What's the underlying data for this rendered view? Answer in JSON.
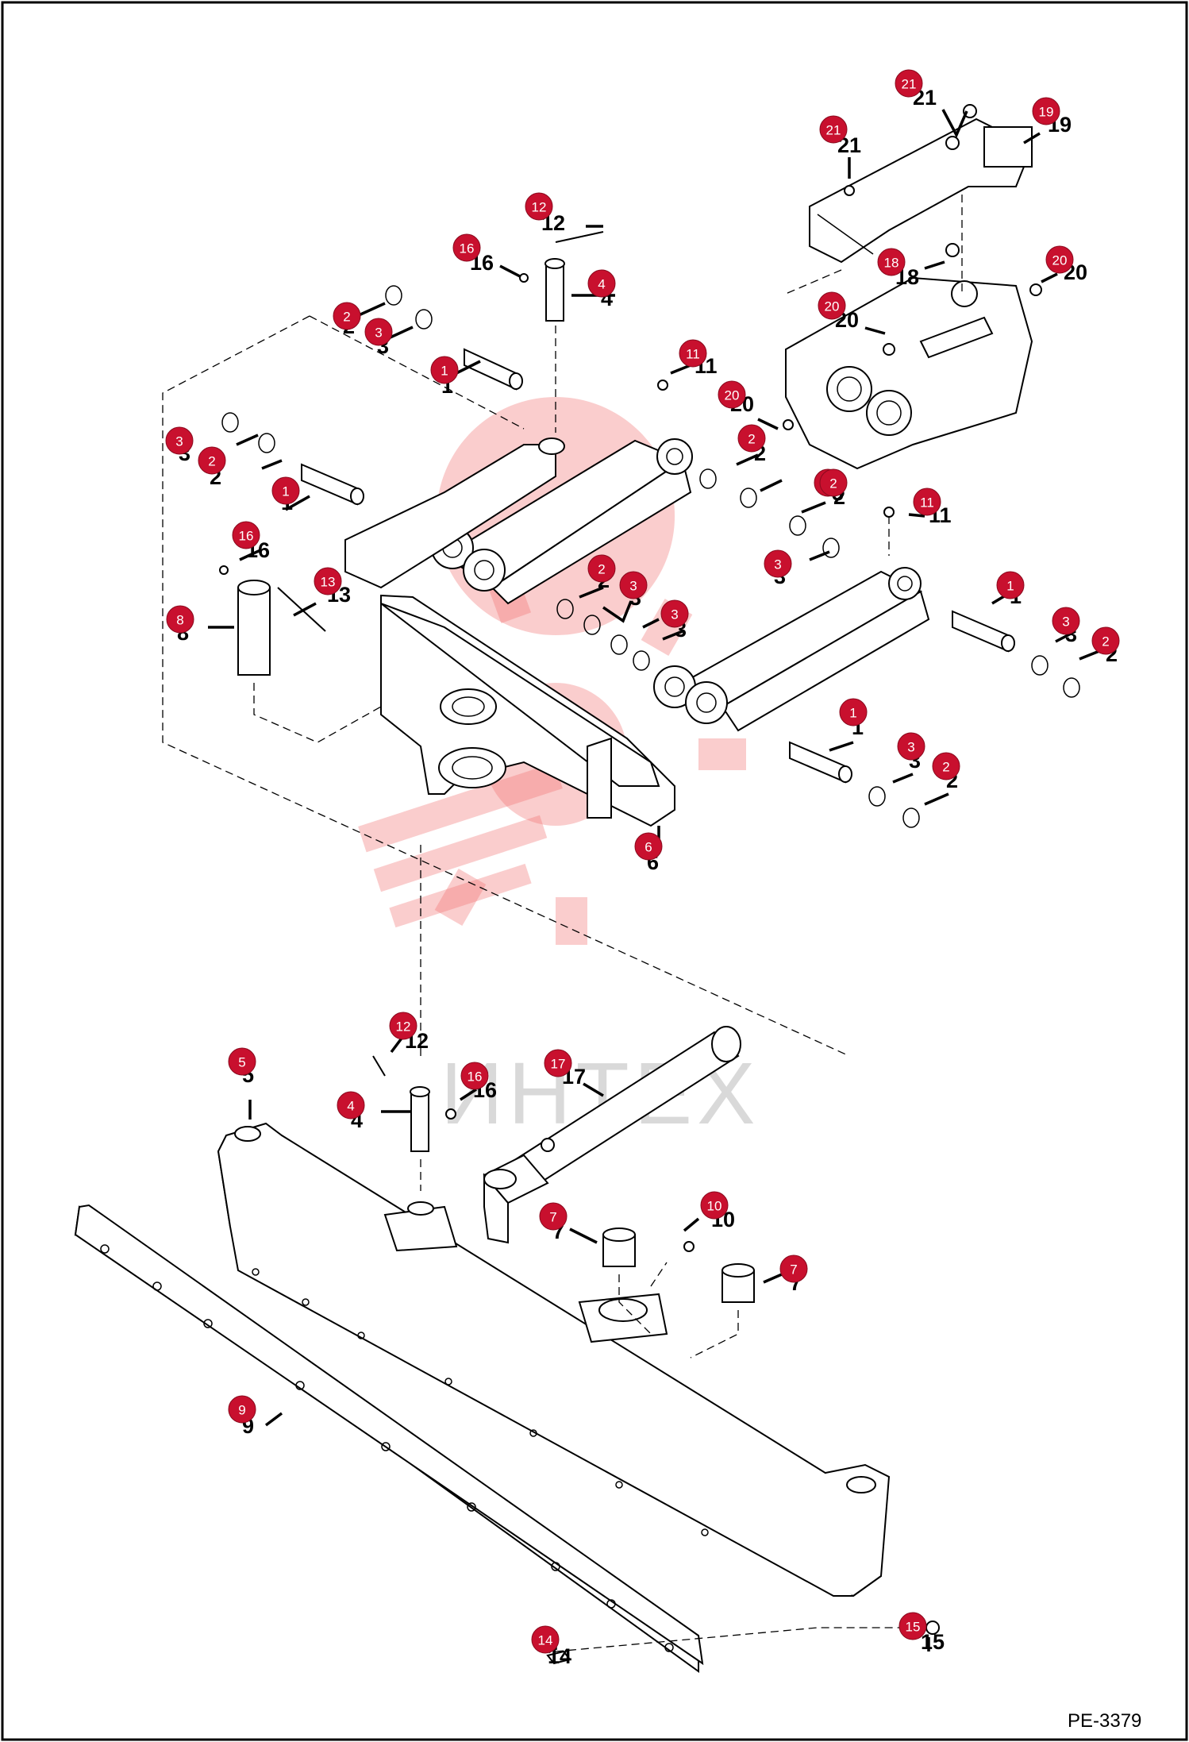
{
  "drawing_code": "PE-3379",
  "watermark_text": "ИНТЕХ",
  "watermark_color": "#f07070",
  "badge_color": "#c8102e",
  "callouts": [
    {
      "n": "21"
    },
    {
      "n": "21"
    },
    {
      "n": "19"
    },
    {
      "n": "12"
    },
    {
      "n": "16"
    },
    {
      "n": "4"
    },
    {
      "n": "18"
    },
    {
      "n": "20"
    },
    {
      "n": "20"
    },
    {
      "n": "2"
    },
    {
      "n": "3"
    },
    {
      "n": "1"
    },
    {
      "n": "11"
    },
    {
      "n": "20"
    },
    {
      "n": "2"
    },
    {
      "n": "3"
    },
    {
      "n": "1"
    },
    {
      "n": "3"
    },
    {
      "n": "2"
    },
    {
      "n": "2"
    },
    {
      "n": "11"
    },
    {
      "n": "16"
    },
    {
      "n": "13"
    },
    {
      "n": "8"
    },
    {
      "n": "3"
    },
    {
      "n": "2"
    },
    {
      "n": "3"
    },
    {
      "n": "3"
    },
    {
      "n": "1"
    },
    {
      "n": "3"
    },
    {
      "n": "2"
    },
    {
      "n": "1"
    },
    {
      "n": "3"
    },
    {
      "n": "2"
    },
    {
      "n": "6"
    },
    {
      "n": "12"
    },
    {
      "n": "5"
    },
    {
      "n": "16"
    },
    {
      "n": "17"
    },
    {
      "n": "4"
    },
    {
      "n": "7"
    },
    {
      "n": "10"
    },
    {
      "n": "7"
    },
    {
      "n": "9"
    },
    {
      "n": "14"
    },
    {
      "n": "15"
    }
  ]
}
